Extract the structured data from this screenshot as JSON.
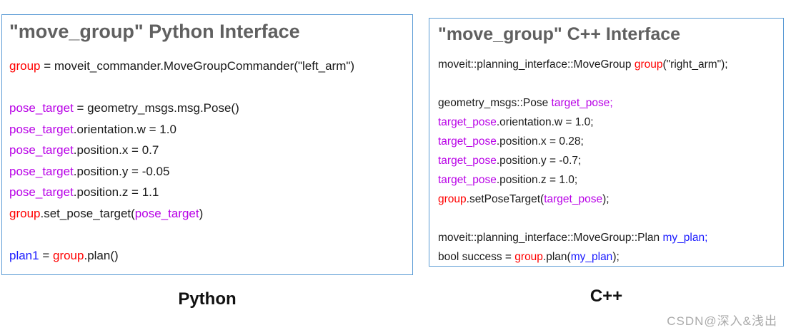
{
  "palette": {
    "border": "#5b9bd5",
    "title": "#606060",
    "code": "#1a1a1a",
    "red": "#ff0000",
    "magenta": "#b800e6",
    "blue": "#1a1aff"
  },
  "panels": [
    {
      "id": "python",
      "title": "\"move_group\" Python Interface",
      "lines": [
        [
          {
            "t": "group",
            "c": "red"
          },
          {
            "t": " = moveit_commander.MoveGroupCommander(\"left_arm\")",
            "c": "code"
          }
        ],
        [],
        [
          {
            "t": "pose_target",
            "c": "magenta"
          },
          {
            "t": " = geometry_msgs.msg.Pose()",
            "c": "code"
          }
        ],
        [
          {
            "t": "pose_target",
            "c": "magenta"
          },
          {
            "t": ".orientation.w = 1.0",
            "c": "code"
          }
        ],
        [
          {
            "t": "pose_target",
            "c": "magenta"
          },
          {
            "t": ".position.x = 0.7",
            "c": "code"
          }
        ],
        [
          {
            "t": "pose_target",
            "c": "magenta"
          },
          {
            "t": ".position.y = -0.05",
            "c": "code"
          }
        ],
        [
          {
            "t": "pose_target",
            "c": "magenta"
          },
          {
            "t": ".position.z = 1.1",
            "c": "code"
          }
        ],
        [
          {
            "t": "group",
            "c": "red"
          },
          {
            "t": ".set_pose_target(",
            "c": "code"
          },
          {
            "t": "pose_target",
            "c": "magenta"
          },
          {
            "t": ")",
            "c": "code"
          }
        ],
        [],
        [
          {
            "t": "plan1",
            "c": "blue"
          },
          {
            "t": " = ",
            "c": "code"
          },
          {
            "t": "group",
            "c": "red"
          },
          {
            "t": ".plan()",
            "c": "code"
          }
        ]
      ]
    },
    {
      "id": "cpp",
      "title": "\"move_group\" C++ Interface",
      "lines": [
        [
          {
            "t": "moveit::planning_interface::MoveGroup ",
            "c": "code"
          },
          {
            "t": "group",
            "c": "red"
          },
          {
            "t": "(\"right_arm\");",
            "c": "code"
          }
        ],
        [],
        [
          {
            "t": "geometry_msgs::Pose ",
            "c": "code"
          },
          {
            "t": "target_pose;",
            "c": "magenta"
          }
        ],
        [
          {
            "t": "target_pose",
            "c": "magenta"
          },
          {
            "t": ".orientation.w = 1.0;",
            "c": "code"
          }
        ],
        [
          {
            "t": "target_pose",
            "c": "magenta"
          },
          {
            "t": ".position.x = 0.28;",
            "c": "code"
          }
        ],
        [
          {
            "t": "target_pose",
            "c": "magenta"
          },
          {
            "t": ".position.y = -0.7;",
            "c": "code"
          }
        ],
        [
          {
            "t": "target_pose",
            "c": "magenta"
          },
          {
            "t": ".position.z = 1.0;",
            "c": "code"
          }
        ],
        [
          {
            "t": "group",
            "c": "red"
          },
          {
            "t": ".setPoseTarget(",
            "c": "code"
          },
          {
            "t": "target_pose",
            "c": "magenta"
          },
          {
            "t": ");",
            "c": "code"
          }
        ],
        [],
        [
          {
            "t": "moveit::planning_interface::MoveGroup::Plan ",
            "c": "code"
          },
          {
            "t": "my_plan;",
            "c": "blue"
          }
        ],
        [
          {
            "t": "bool success = ",
            "c": "code"
          },
          {
            "t": "group",
            "c": "red"
          },
          {
            "t": ".plan(",
            "c": "code"
          },
          {
            "t": "my_plan",
            "c": "blue"
          },
          {
            "t": ");",
            "c": "code"
          }
        ]
      ]
    }
  ],
  "footer": {
    "python_label": "Python",
    "cpp_label": "C++"
  },
  "watermark": {
    "text": "CSDN@深入&浅出"
  }
}
